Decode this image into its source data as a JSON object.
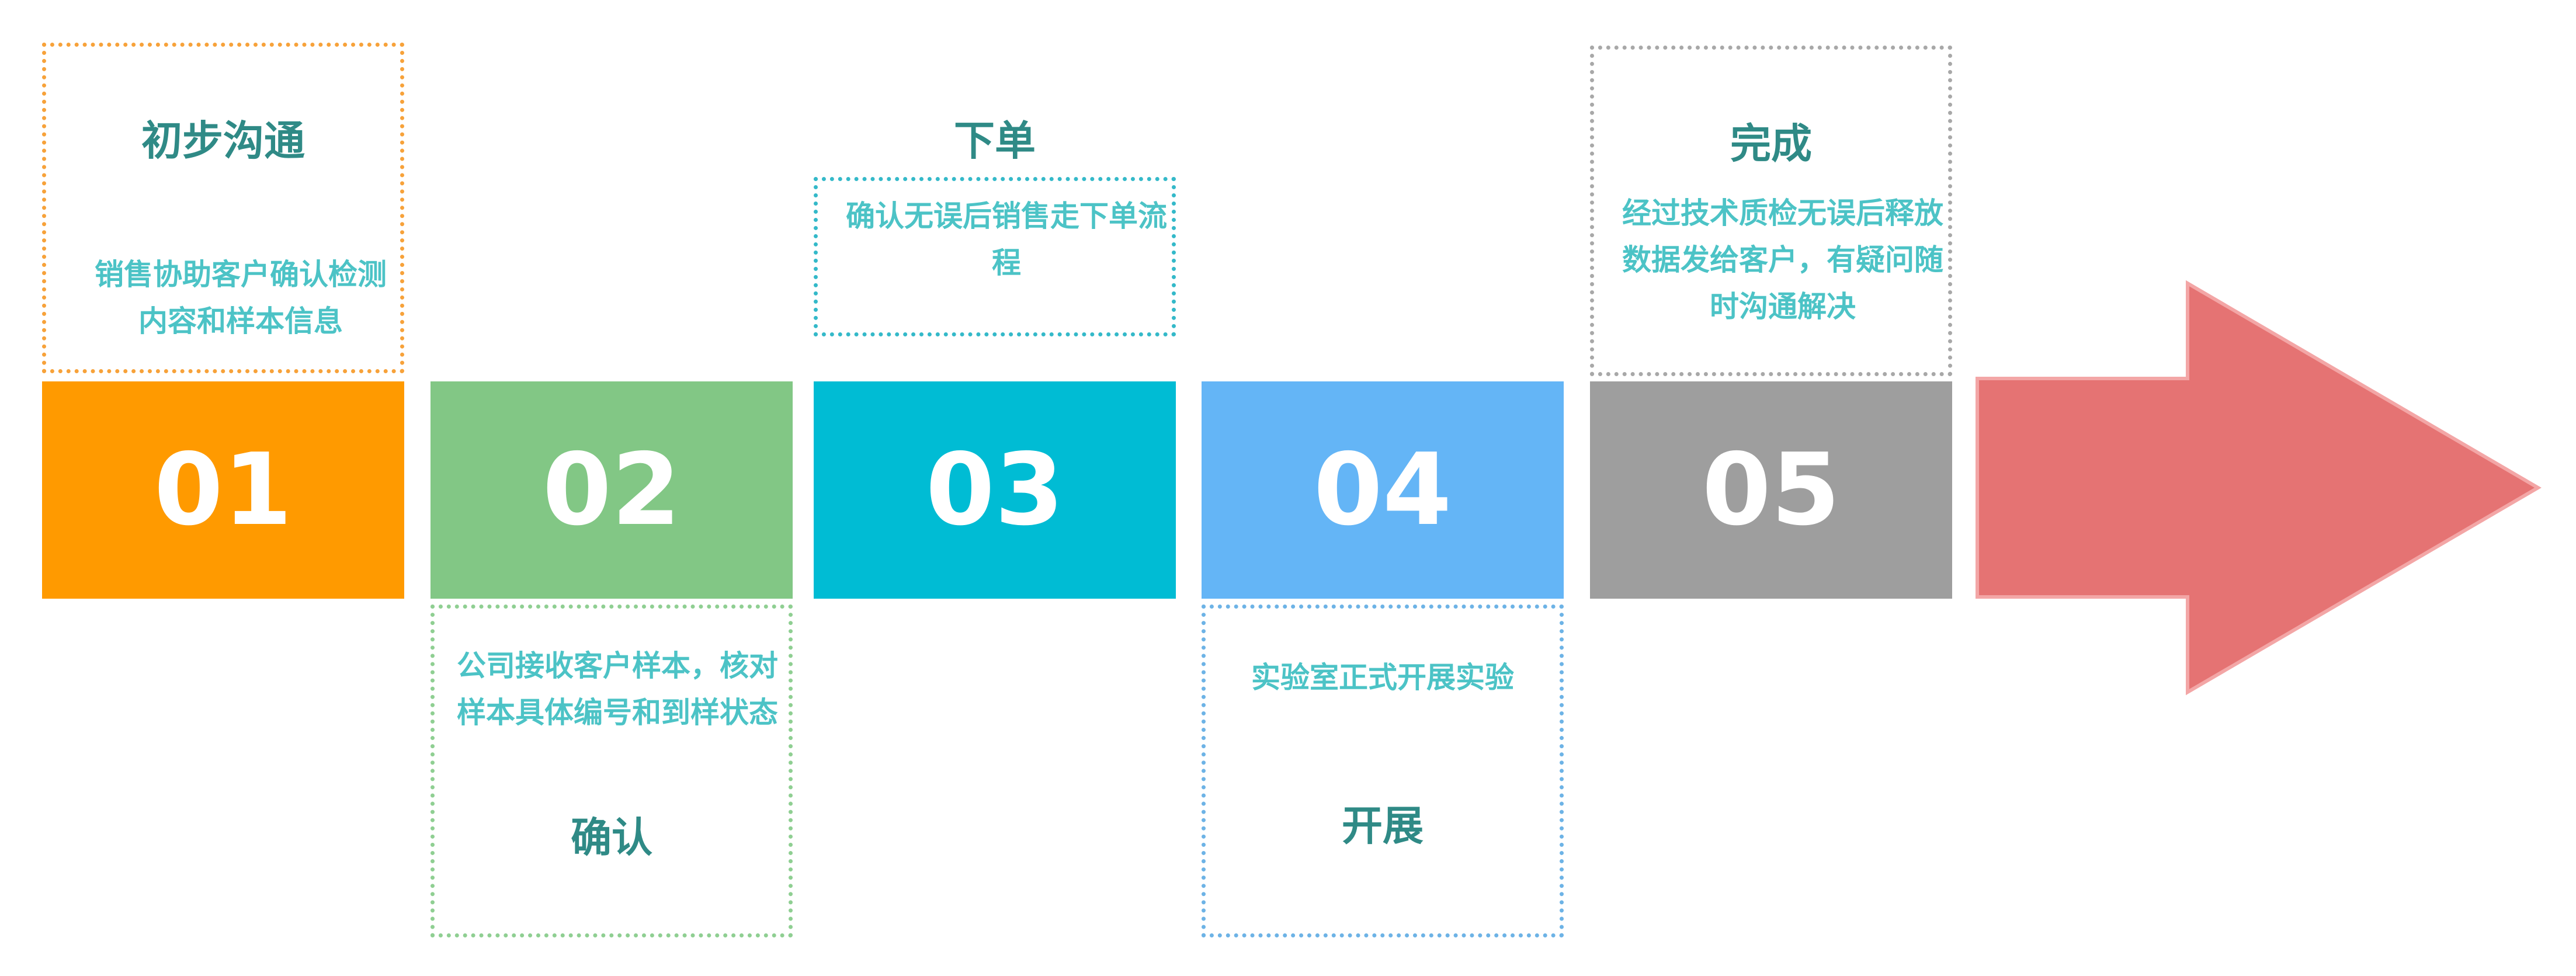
{
  "steps": [
    {
      "number": "01",
      "title": "初步沟通",
      "description": "销售协助客户确认检测内容和样本信息",
      "color": "#FF9A00",
      "border": "#F7A23A"
    },
    {
      "number": "02",
      "title": "确认",
      "description": "公司接收客户样本，核对样本具体编号和到样状态",
      "color": "#82C785",
      "border": "#8FCF92"
    },
    {
      "number": "03",
      "title": "下单",
      "description": "确认无误后销售走下单流程",
      "color": "#00BCD4",
      "border": "#34B9C9"
    },
    {
      "number": "04",
      "title": "开展",
      "description": "实验室正式开展实验",
      "color": "#64B5F6",
      "border": "#6DB3E6"
    },
    {
      "number": "05",
      "title": "完成",
      "description": "经过技术质检无误后释放数据发给客户，有疑问随时沟通解决",
      "color": "#9E9E9E",
      "border": "#A8A8A8"
    }
  ],
  "arrow_color": "#E57373",
  "title_color": "#2F8A86",
  "description_color": "#4CC3C6"
}
